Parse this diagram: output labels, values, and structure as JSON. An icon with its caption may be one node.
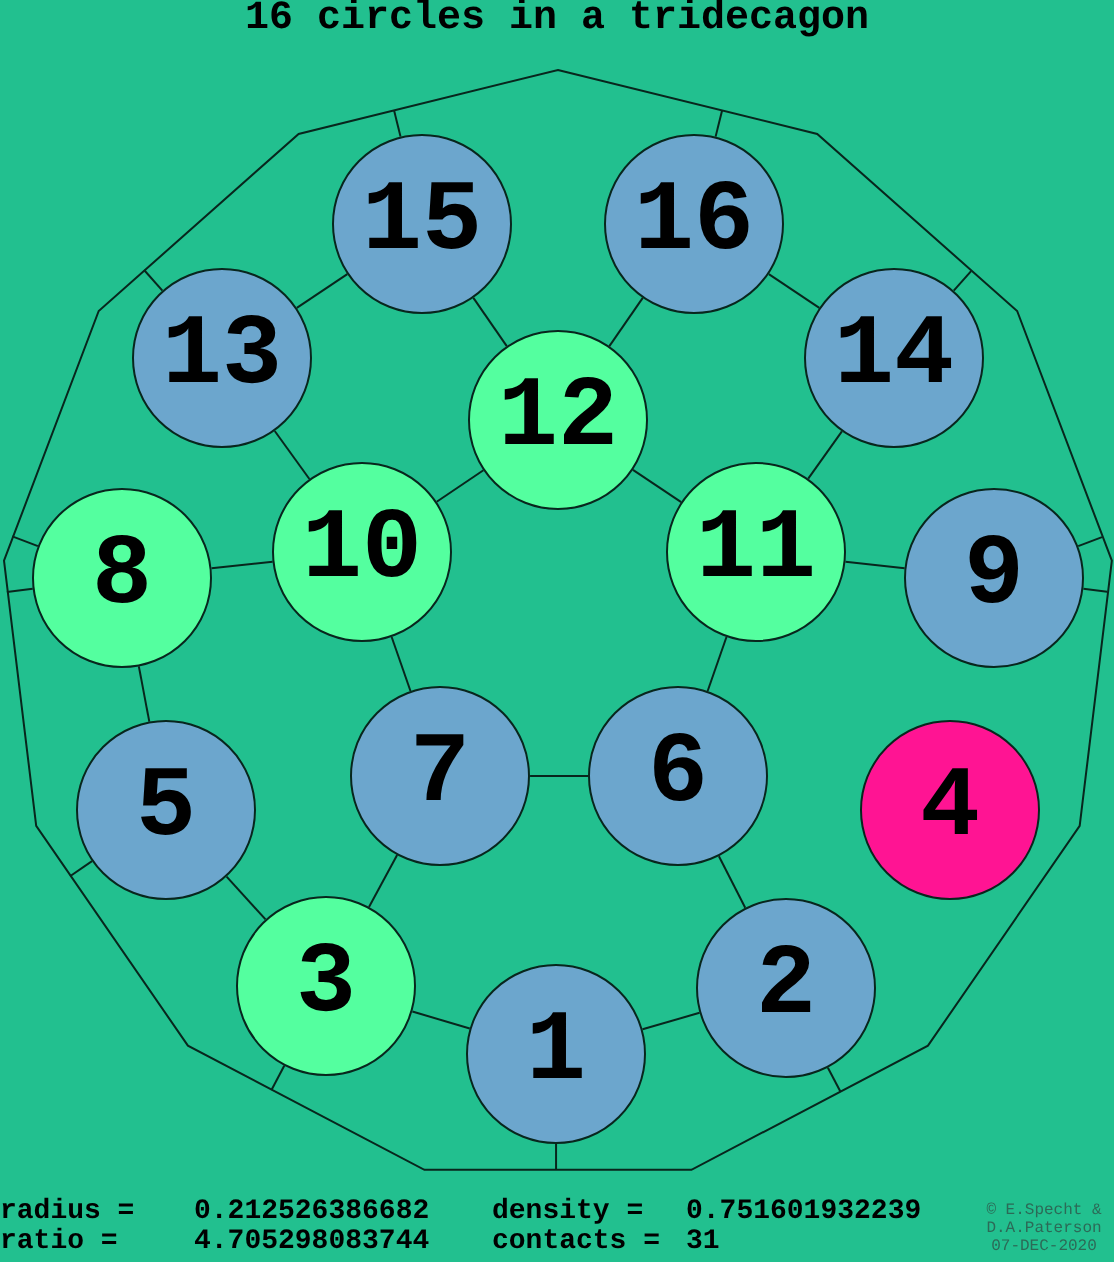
{
  "diagram": {
    "title": "16 circles in a tridecagon",
    "nodes": [
      {
        "text": [],
        "shape": "polygon"
      },
      {
        "text": [
          "1"
        ],
        "in": 0
      },
      {
        "text": [
          "2"
        ],
        "in": 0
      },
      {
        "text": [
          "3"
        ],
        "in": 0
      },
      {
        "text": [
          "4"
        ],
        "in": 0
      },
      {
        "text": [
          "5"
        ],
        "in": 0
      },
      {
        "text": [
          "6"
        ],
        "in": 0
      },
      {
        "text": [
          "7"
        ],
        "in": 0
      },
      {
        "text": [
          "8"
        ],
        "in": 0
      },
      {
        "text": [
          "9"
        ],
        "in": 0
      },
      {
        "text": [
          "10"
        ],
        "in": 0
      },
      {
        "text": [
          "11"
        ],
        "in": 0
      },
      {
        "text": [
          "12"
        ],
        "in": 0
      },
      {
        "text": [
          "13"
        ],
        "in": 0
      },
      {
        "text": [
          "14"
        ],
        "in": 0
      },
      {
        "text": [
          "15"
        ],
        "in": 0
      },
      {
        "text": [
          "16"
        ],
        "in": 0
      }
    ],
    "edges": [
      {
        "from": 15,
        "to": 13,
        "arrow": "none"
      },
      {
        "from": 15,
        "to": 12,
        "arrow": "none"
      },
      {
        "from": 16,
        "to": 12,
        "arrow": "none"
      },
      {
        "from": 16,
        "to": 14,
        "arrow": "none"
      },
      {
        "from": 13,
        "to": 10,
        "arrow": "none"
      },
      {
        "from": 12,
        "to": 10,
        "arrow": "none"
      },
      {
        "from": 12,
        "to": 11,
        "arrow": "none"
      },
      {
        "from": 14,
        "to": 11,
        "arrow": "none"
      },
      {
        "from": 8,
        "to": 10,
        "arrow": "none"
      },
      {
        "from": 11,
        "to": 9,
        "arrow": "none"
      },
      {
        "from": 10,
        "to": 7,
        "arrow": "none"
      },
      {
        "from": 11,
        "to": 6,
        "arrow": "none"
      },
      {
        "from": 8,
        "to": 5,
        "arrow": "none"
      },
      {
        "from": 7,
        "to": 6,
        "arrow": "none"
      },
      {
        "from": 5,
        "to": 3,
        "arrow": "none"
      },
      {
        "from": 7,
        "to": 3,
        "arrow": "none"
      },
      {
        "from": 6,
        "to": 2,
        "arrow": "none"
      },
      {
        "from": 3,
        "to": 1,
        "arrow": "none"
      },
      {
        "from": 1,
        "to": 2,
        "arrow": "none"
      },
      {
        "from": 15,
        "to": 0,
        "arrow": "none"
      },
      {
        "from": 16,
        "to": 0,
        "arrow": "none"
      },
      {
        "from": 13,
        "to": 0,
        "arrow": "none"
      },
      {
        "from": 14,
        "to": 0,
        "arrow": "none"
      },
      {
        "from": 8,
        "to": 0,
        "arrow": "none"
      },
      {
        "from": 8,
        "to": 0,
        "arrow": "none"
      },
      {
        "from": 9,
        "to": 0,
        "arrow": "none"
      },
      {
        "from": 9,
        "to": 0,
        "arrow": "none"
      },
      {
        "from": 5,
        "to": 0,
        "arrow": "none"
      },
      {
        "from": 3,
        "to": 0,
        "arrow": "none"
      },
      {
        "from": 1,
        "to": 0,
        "arrow": "none"
      },
      {
        "from": 2,
        "to": 0,
        "arrow": "none"
      }
    ],
    "labels": [
      "radius =",
      "0.212526386682",
      "density =",
      "0.751601932239",
      "ratio =",
      "4.705298083744",
      "contacts =",
      "31",
      "© E.Specht &",
      "D.A.Paterson",
      "07-DEC-2020"
    ]
  }
}
